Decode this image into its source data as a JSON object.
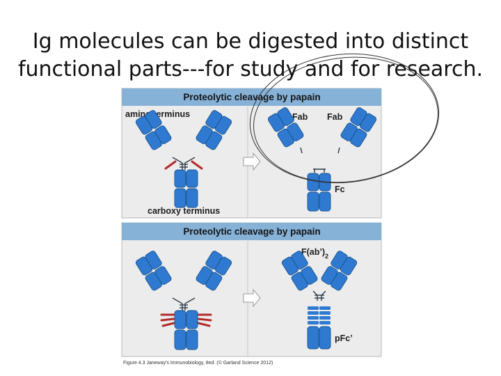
{
  "slide": {
    "title_line1": "Ig molecules can be digested into distinct",
    "title_line2": "functional parts---for study and for research."
  },
  "figure": {
    "panel_top": {
      "header": "Proteolytic cleavage by papain",
      "amino_label": "amino terminus",
      "carboxy_label": "carboxy terminus",
      "fab_label_1": "Fab",
      "fab_label_2": "Fab",
      "fc_label": "Fc"
    },
    "panel_bottom": {
      "header": "Proteolytic cleavage by papain",
      "fab2_label": "F(ab’)",
      "fab2_subscript": "2",
      "pfc_label": "pFc’"
    },
    "caption": "Figure 4.3  Janeway's Immunobiology, 8ed. (© Garland Science 2012)",
    "colors": {
      "domain": "#2f7ad0",
      "domain_outline": "#16528f",
      "header": "#86b2d8",
      "panel": "#ececec",
      "carbohydrate": "#b52a2a"
    }
  }
}
